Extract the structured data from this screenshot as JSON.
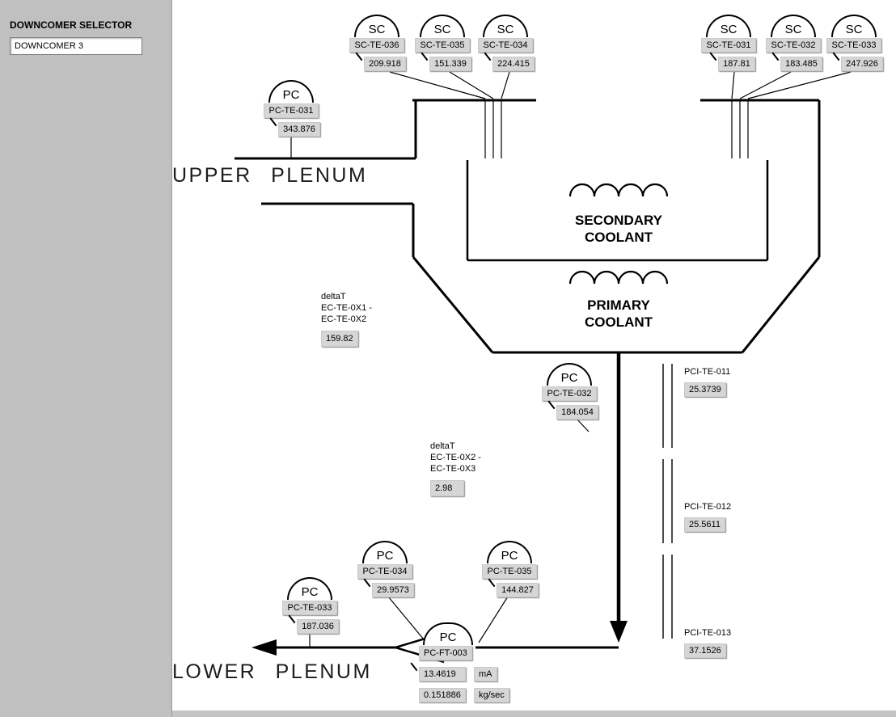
{
  "sidebar": {
    "selector_label": "DOWNCOMER SELECTOR",
    "selector_value": "DOWNCOMER 3"
  },
  "labels": {
    "upper_plenum": "UPPER PLENUM",
    "lower_plenum": "LOWER PLENUM",
    "secondary_coolant": "SECONDARY\nCOOLANT",
    "primary_coolant": "PRIMARY\nCOOLANT"
  },
  "instruments": [
    {
      "type": "SC",
      "tag": "SC-TE-036",
      "value": "209.918"
    },
    {
      "type": "SC",
      "tag": "SC-TE-035",
      "value": "151.339"
    },
    {
      "type": "SC",
      "tag": "SC-TE-034",
      "value": "224.415"
    },
    {
      "type": "SC",
      "tag": "SC-TE-031",
      "value": "187.81"
    },
    {
      "type": "SC",
      "tag": "SC-TE-032",
      "value": "183.485"
    },
    {
      "type": "SC",
      "tag": "SC-TE-033",
      "value": "247.926"
    },
    {
      "type": "PC",
      "tag": "PC-TE-031",
      "value": "343.876"
    },
    {
      "type": "PC",
      "tag": "PC-TE-032",
      "value": "184.054"
    },
    {
      "type": "PC",
      "tag": "PC-TE-034",
      "value": "29.9573"
    },
    {
      "type": "PC",
      "tag": "PC-TE-035",
      "value": "144.827"
    },
    {
      "type": "PC",
      "tag": "PC-TE-033",
      "value": "187.036"
    }
  ],
  "flow_meter": {
    "type": "PC",
    "tag": "PC-FT-003",
    "current_value": "13.4619",
    "current_unit": "mA",
    "flow_value": "0.151886",
    "flow_unit": "kg/sec"
  },
  "delta_t": [
    {
      "label": "deltaT\nEC-TE-0X1 -\nEC-TE-0X2",
      "value": "159.82"
    },
    {
      "label": "deltaT\nEC-TE-0X2 -\nEC-TE-0X3",
      "value": "2.98"
    }
  ],
  "pci": [
    {
      "tag": "PCI-TE-011",
      "value": "25.3739"
    },
    {
      "tag": "PCI-TE-012",
      "value": "25.5611"
    },
    {
      "tag": "PCI-TE-013",
      "value": "37.1526"
    }
  ]
}
